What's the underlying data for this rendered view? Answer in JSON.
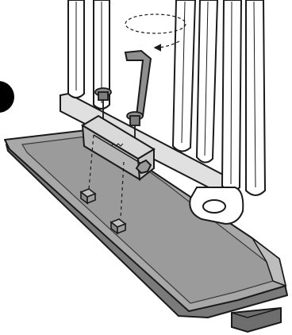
{
  "illustration": {
    "kind": "assembly-instruction-drawing",
    "step_badge": {
      "shape": "filled-circle",
      "color": "#000000",
      "text": ""
    },
    "palette": {
      "outline": "#1a1a1a",
      "base_tray": "#9a9a9a",
      "base_tray_top": "#b8b8b8",
      "frame_tubes": "#ffffff",
      "hardware": "#8c8c8c"
    },
    "parts": [
      {
        "name": "radiator-frame",
        "role": "upright frame with vertical tubes"
      },
      {
        "name": "mounting-bracket",
        "role": "bracket with screw slots"
      },
      {
        "name": "bolts",
        "count": 2
      },
      {
        "name": "allen-key",
        "role": "hex key tool"
      },
      {
        "name": "base-tray",
        "role": "stand / foot plate"
      },
      {
        "name": "square-nuts",
        "count": 2
      }
    ],
    "motion_hint": {
      "type": "rotation",
      "direction": "clockwise"
    }
  }
}
